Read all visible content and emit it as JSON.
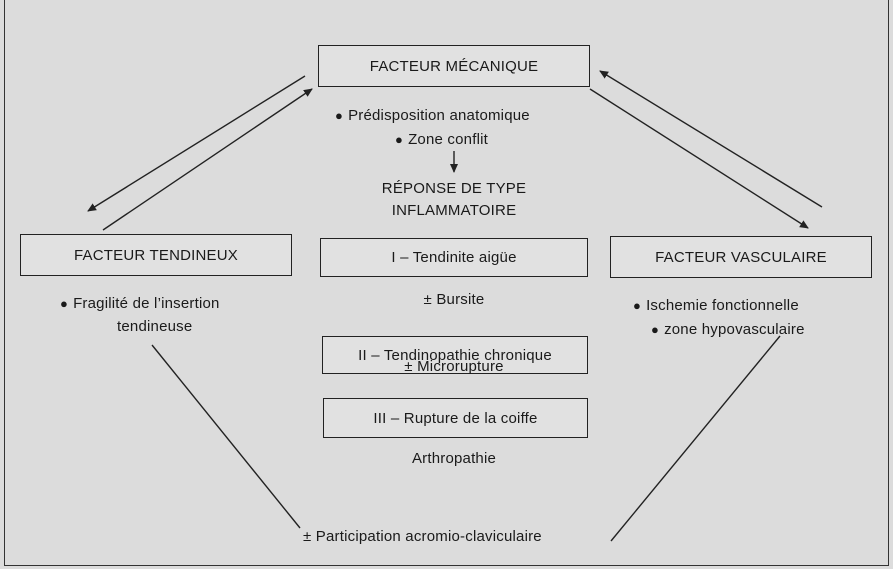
{
  "mechanical": {
    "title": "FACTEUR MÉCANIQUE",
    "items": [
      "Prédisposition anatomique",
      "Zone conflit"
    ]
  },
  "response": {
    "title_line1": "RÉPONSE DE TYPE",
    "title_line2": "INFLAMMATOIRE"
  },
  "tendinous": {
    "title": "FACTEUR TENDINEUX",
    "item_line1": "Fragilité de l’insertion",
    "item_line2": "tendineuse"
  },
  "vascular": {
    "title": "FACTEUR VASCULAIRE",
    "items": [
      "Ischemie fonctionnelle",
      "zone hypovasculaire"
    ]
  },
  "stages": {
    "stage1": "I – Tendinite aigüe",
    "note1": "± Bursite",
    "stage2": "II – Tendinopathie chronique",
    "note2": "± Microrupture",
    "stage3": "III – Rupture de la coiffe",
    "note3": "Arthropathie"
  },
  "footer": "± Participation acromio-claviculaire",
  "bullet": "●"
}
